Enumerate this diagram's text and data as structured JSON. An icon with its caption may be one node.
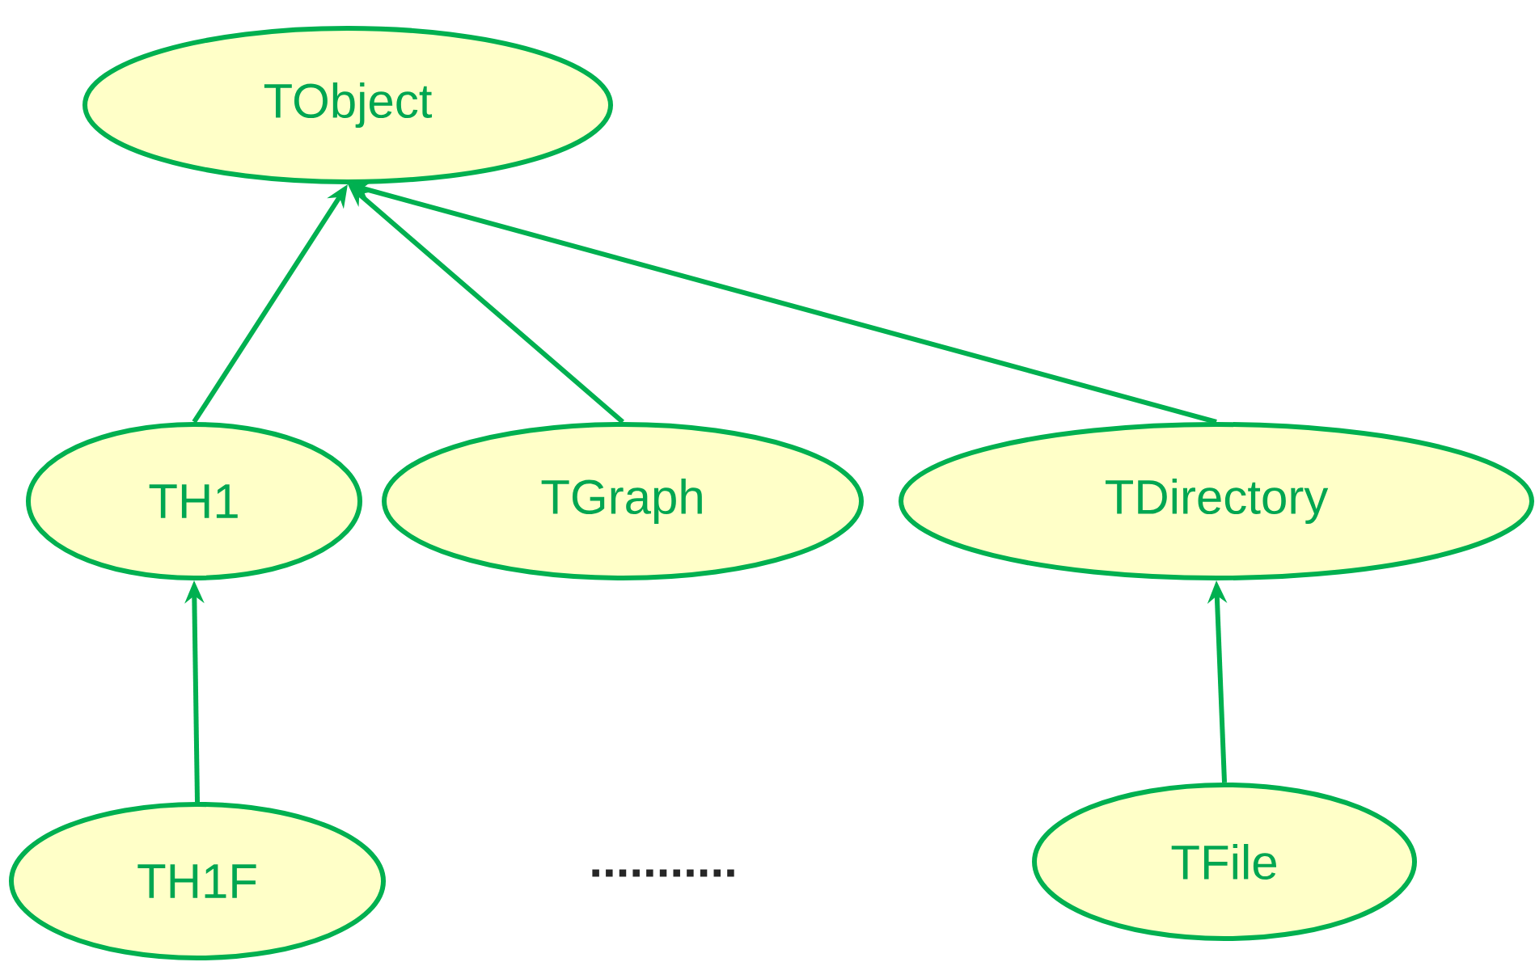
{
  "diagram": {
    "nodes": [
      {
        "text": [
          "TObject"
        ]
      },
      {
        "text": [
          "TH1"
        ]
      },
      {
        "text": [
          "TGraph"
        ]
      },
      {
        "text": [
          "TDirectory"
        ]
      },
      {
        "text": [
          "TH1F"
        ]
      },
      {
        "text": [
          "TFile"
        ]
      }
    ],
    "edges": [
      {
        "from": 1,
        "to": 0,
        "arrow": "to"
      },
      {
        "from": 2,
        "to": 0,
        "arrow": "to"
      },
      {
        "from": 3,
        "to": 0,
        "arrow": "to"
      },
      {
        "from": 4,
        "to": 1,
        "arrow": "to"
      },
      {
        "from": 5,
        "to": 3,
        "arrow": "to"
      }
    ],
    "labels": [
      "..........."
    ]
  }
}
